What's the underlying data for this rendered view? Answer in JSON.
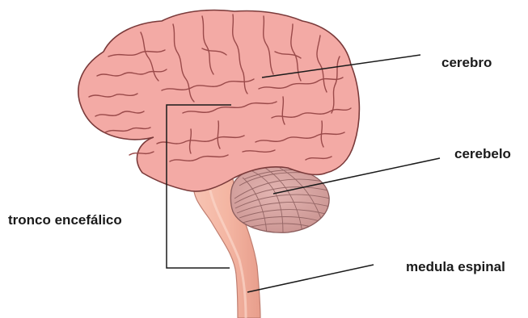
{
  "labels": {
    "cerebro": "cerebro",
    "cerebelo": "cerebelo",
    "tronco": "tronco encefálico",
    "medula": "medula espinal"
  },
  "colors": {
    "cerebrum_fill": "#f3aaa5",
    "cerebrum_outline": "#7a3a3a",
    "sulci": "#9a4a4a",
    "cerebellum_fill": "#d7a3a1",
    "cerebellum_lines": "#8a5c5c",
    "stem_fill": "#f4b8a6",
    "leader_line": "#1a1a1a"
  }
}
